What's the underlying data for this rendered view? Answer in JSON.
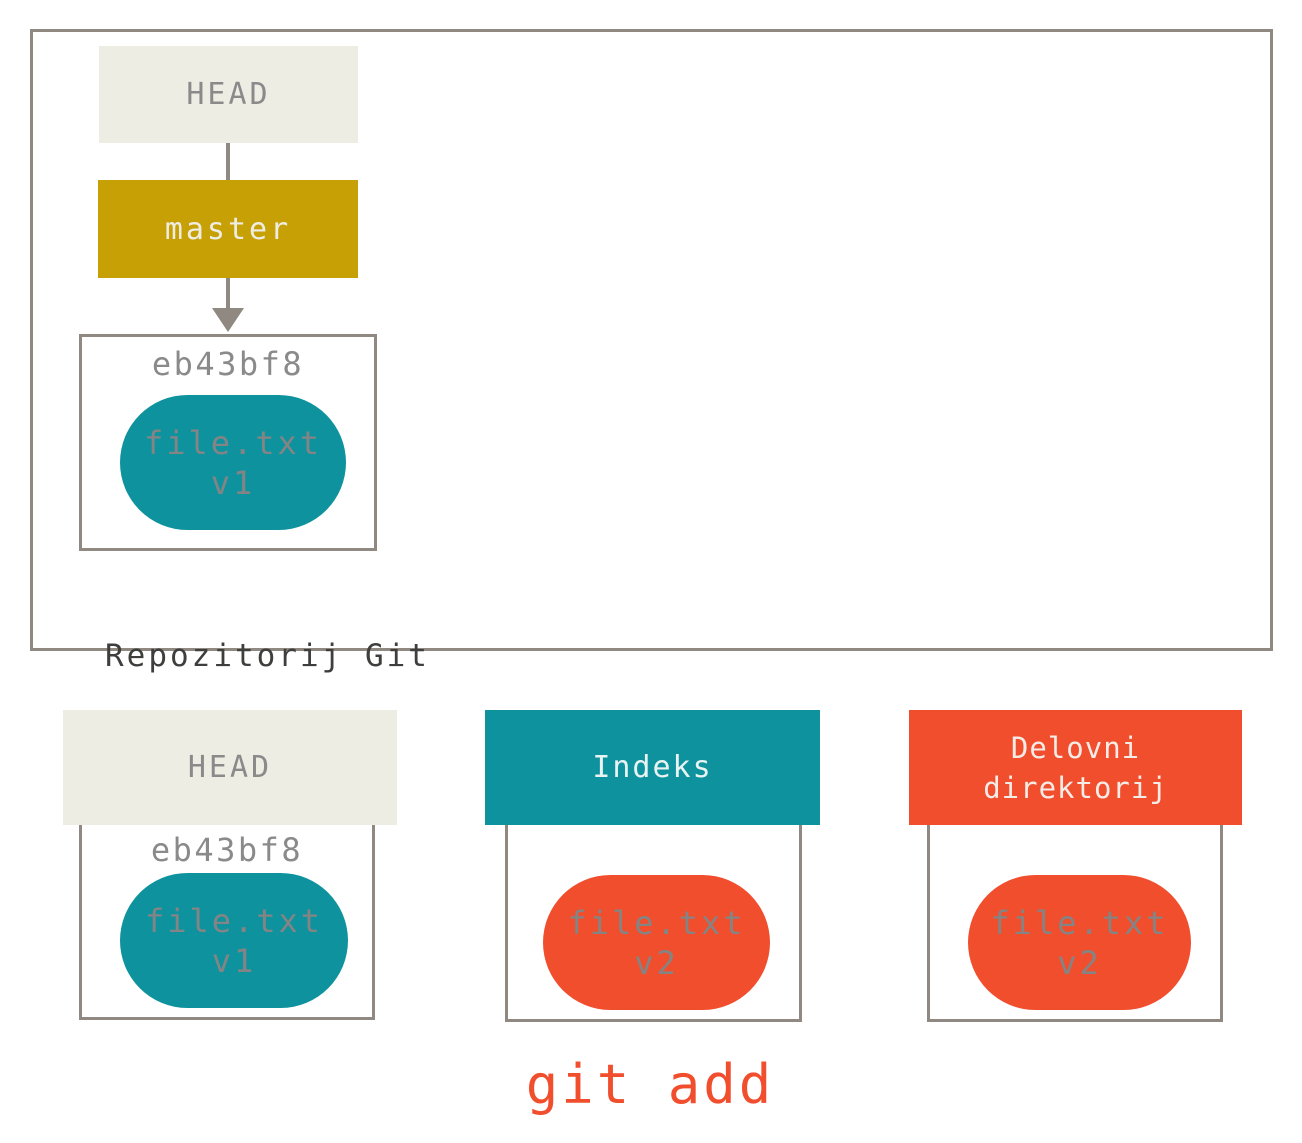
{
  "repository": {
    "label": "Repozitorij Git",
    "head": {
      "label": "HEAD"
    },
    "branch": {
      "label": "master"
    },
    "commit": {
      "hash": "eb43bf8",
      "blob": {
        "file": "file.txt",
        "version": "v1"
      }
    }
  },
  "areas": [
    {
      "id": "head",
      "header": "HEAD",
      "hash": "eb43bf8",
      "blob": {
        "file": "file.txt",
        "version": "v1"
      }
    },
    {
      "id": "index",
      "header": "Indeks",
      "blob": {
        "file": "file.txt",
        "version": "v2"
      }
    },
    {
      "id": "working-directory",
      "header_lines": [
        "Delovni",
        "direktorij"
      ],
      "blob": {
        "file": "file.txt",
        "version": "v2"
      }
    }
  ],
  "caption": "git add",
  "colors": {
    "beige": "#eeede4",
    "gold": "#c6a005",
    "teal": "#0e939e",
    "orange": "#f14e2e",
    "border_gray": "#8f8981",
    "label_gray": "#8a8a8a",
    "dark_text": "#3e3e3c",
    "blob_text_gray": "#848484"
  }
}
